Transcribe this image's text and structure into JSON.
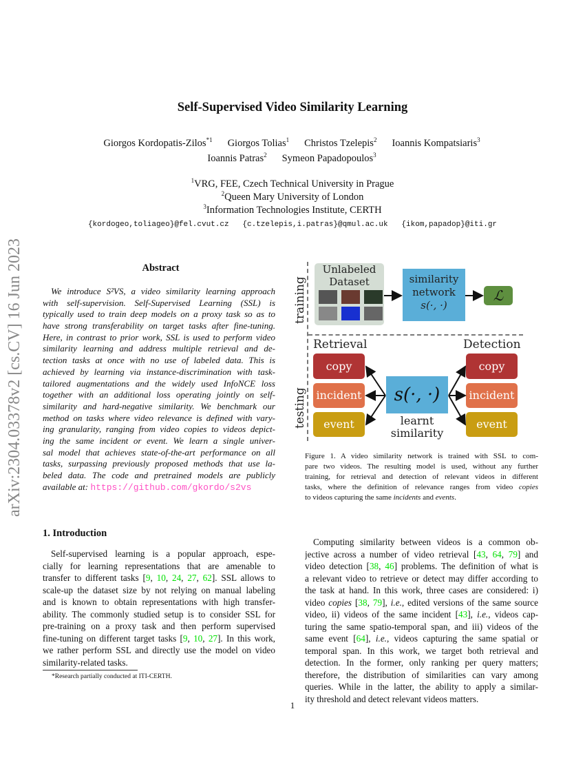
{
  "sidebar": {
    "arxiv_id": "arXiv:2304.03378v2  [cs.CV]  16 Jun 2023"
  },
  "header": {
    "title": "Self-Supervised Video Similarity Learning",
    "authors_line1": [
      {
        "name": "Giorgos Kordopatis-Zilos",
        "sup": "*1"
      },
      {
        "name": "Giorgos Tolias",
        "sup": "1"
      },
      {
        "name": "Christos Tzelepis",
        "sup": "2"
      },
      {
        "name": "Ioannis Kompatsiaris",
        "sup": "3"
      }
    ],
    "authors_line2": [
      {
        "name": "Ioannis Patras",
        "sup": "2"
      },
      {
        "name": "Symeon Papadopoulos",
        "sup": "3"
      }
    ],
    "affiliations": [
      {
        "sup": "1",
        "text": "VRG, FEE, Czech Technical University in Prague"
      },
      {
        "sup": "2",
        "text": "Queen Mary University of London"
      },
      {
        "sup": "3",
        "text": "Information Technologies Institute, CERTH"
      }
    ],
    "emails": "{kordogeo,toliageo}@fel.cvut.cz   {c.tzelepis,i.patras}@qmul.ac.uk   {ikom,papadop}@iti.gr"
  },
  "abstract": {
    "heading": "Abstract",
    "lines": [
      "We introduce S²VS, a video similarity learning approach",
      "with self-supervision.  Self-Supervised Learning (SSL) is",
      "typically used to train deep models on a proxy task so as to",
      "have strong transferability on target tasks after fine-tuning.",
      "Here, in contrast to prior work, SSL is used to perform video",
      "similarity learning and address multiple retrieval and de-",
      "tection tasks at once with no use of labeled data.  This is",
      "achieved by learning via instance-discrimination with task-",
      "tailored augmentations and the widely used InfoNCE loss",
      "together with an additional loss operating jointly on self-",
      "similarity and hard-negative similarity.  We benchmark our",
      "method on tasks where video relevance is defined with vary-",
      "ing granularity, ranging from video copies to videos depict-",
      "ing the same incident or event.  We learn a single univer-",
      "sal model that achieves state-of-the-art performance on all",
      "tasks, surpassing previously proposed methods that use la-",
      "beled data.  The code and pretrained models are publicly"
    ],
    "last_line_prefix": "available at: ",
    "link": "https://github.com/gkordo/s2vs"
  },
  "intro": {
    "heading": "1. Introduction",
    "lines": [
      "Self-supervised learning is a popular approach, espe-",
      "cially for learning representations that are amenable to",
      "transfer to different tasks [9, 10, 24, 27, 62].  SSL allows to",
      "scale-up the dataset size by not relying on manual labeling",
      "and is known to obtain representations with high transfer-",
      "ability. The commonly studied setup is to consider SSL for",
      "pre-training on a proxy task and then perform supervised",
      "fine-tuning on different target tasks [9, 10, 27]. In this work,",
      "we rather perform SSL and directly use the model on video",
      "similarity-related tasks."
    ]
  },
  "footnote": "*Research partially conducted at ITI-CERTH.",
  "figure": {
    "side_training": "training",
    "side_testing": "testing",
    "dataset_label": "Unlabeled Dataset",
    "network_label": "similarity network",
    "network_fn": "s(·, ·)",
    "loss_symbol": "ℒ",
    "retrieval": "Retrieval",
    "detection": "Detection",
    "tasks": [
      "copy",
      "incident",
      "event"
    ],
    "center_fn": "s(·, ·)",
    "learnt_label": "learnt similarity",
    "colors": {
      "copy": "#b03434",
      "incident": "#e0714a",
      "event": "#c99d12",
      "network": "#5aaed8",
      "loss": "#5e8f3f",
      "dataset": "#d4ddd4"
    }
  },
  "caption": {
    "lines": [
      "Figure 1.  A video similarity network is trained with SSL to com-",
      "pare two videos. The resulting model is used, without any further",
      "training, for retrieval and detection of relevant videos in different",
      "tasks, where the definition of relevance ranges from video copies",
      "to videos capturing the same incidents and events."
    ]
  },
  "right_text": {
    "lines": [
      "Computing similarity between videos is a common ob-",
      "jective across a number of video retrieval [43, 64, 79] and",
      "video detection [38, 46] problems. The definition of what is",
      "a relevant video to retrieve or detect may differ according to",
      "the task at hand. In this work, three cases are considered: i)",
      "video copies [38, 79], i.e., edited versions of the same source",
      "video, ii) videos of the same incident [43], i.e., videos cap-",
      "turing the same spatio-temporal span, and iii) videos of the",
      "same event [64], i.e., videos capturing the same spatial or",
      "temporal span.  In this work, we target both retrieval and",
      "detection.  In the former, only ranking per query matters;",
      "therefore, the distribution of similarities can vary among",
      "queries.  While in the latter, the ability to apply a similar-",
      "ity threshold and detect relevant videos matters."
    ]
  },
  "page_number": "1"
}
